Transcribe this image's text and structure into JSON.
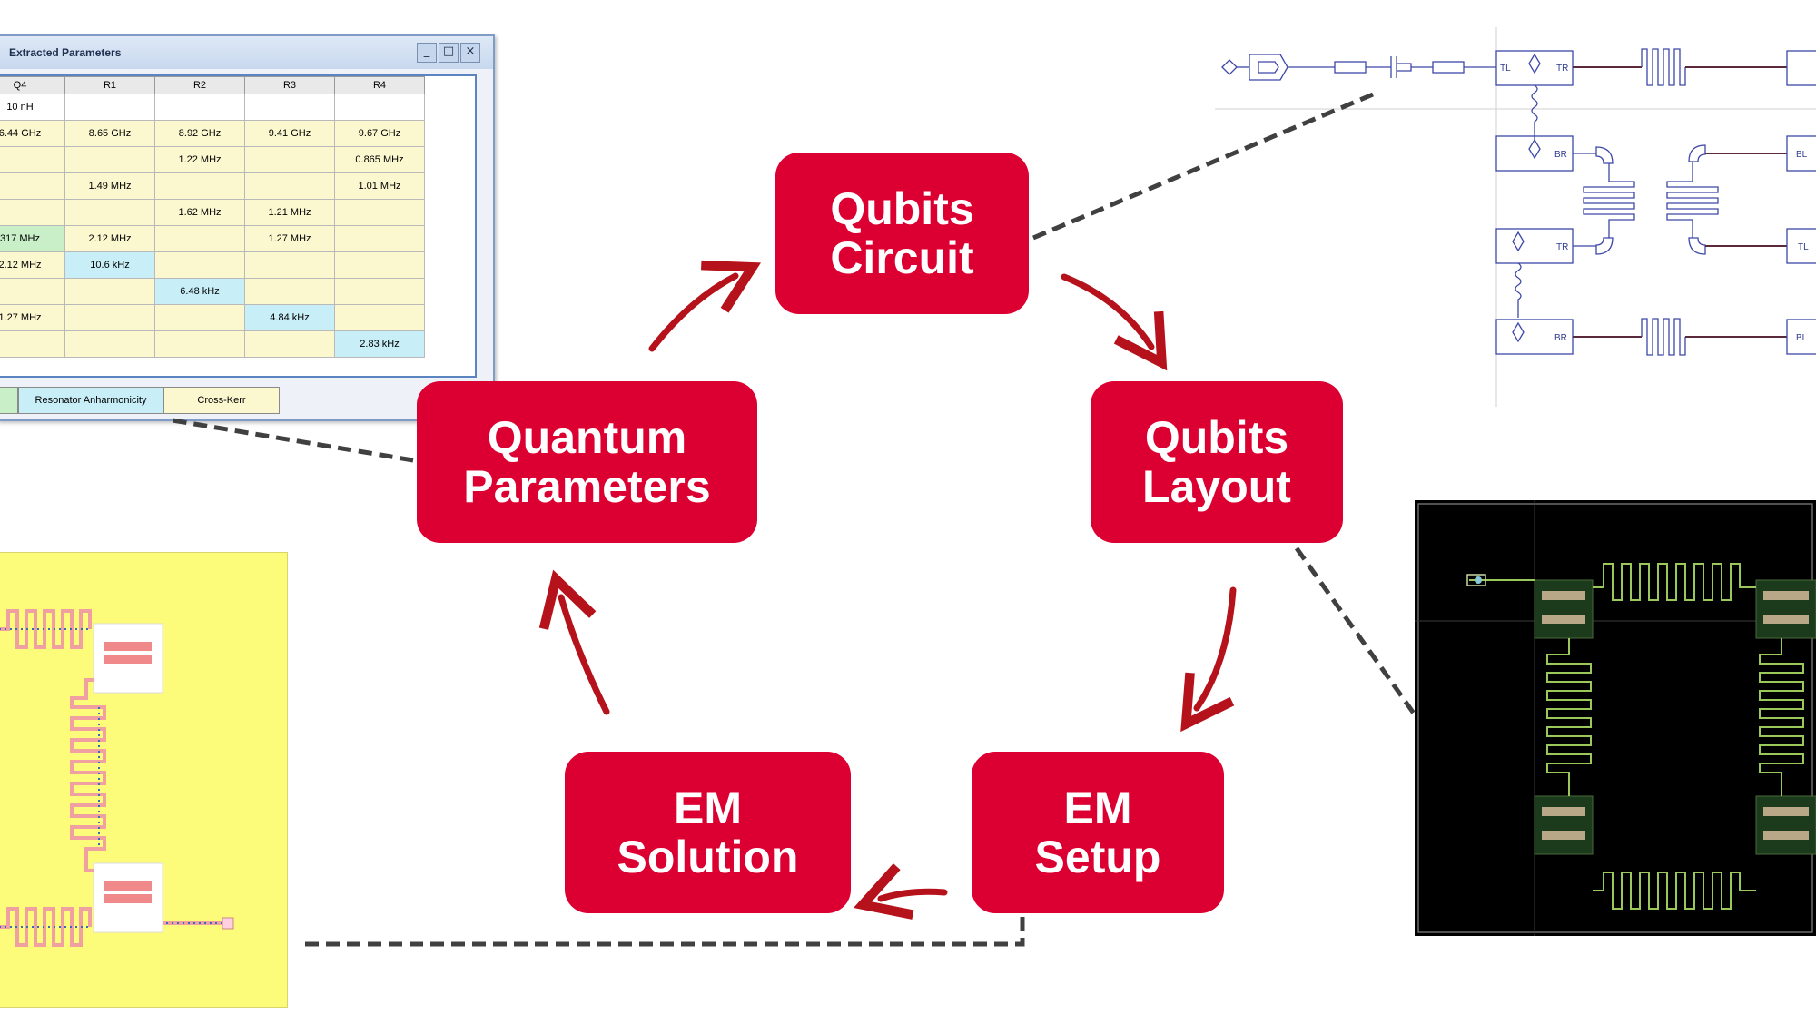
{
  "diagram": {
    "nodes": [
      {
        "id": "qubits-circuit",
        "lines": [
          "Qubits",
          "Circuit"
        ]
      },
      {
        "id": "qubits-layout",
        "lines": [
          "Qubits",
          "Layout"
        ]
      },
      {
        "id": "em-setup",
        "lines": [
          "EM",
          "Setup"
        ]
      },
      {
        "id": "em-solution",
        "lines": [
          "EM",
          "Solution"
        ]
      },
      {
        "id": "quantum-parameters",
        "lines": [
          "Quantum",
          "Parameters"
        ]
      }
    ],
    "flow": [
      "Qubits Circuit",
      "Qubits Layout",
      "EM Setup",
      "EM Solution",
      "Quantum Parameters",
      "Qubits Circuit"
    ],
    "colors": {
      "node_fill": "#dc0032",
      "node_text": "#ffffff",
      "arrow": "#b5121b",
      "connector": "#404040"
    }
  },
  "param_window": {
    "title": "Extracted Parameters",
    "window_buttons": [
      "_",
      "□",
      "×"
    ],
    "columns": [
      "Q4",
      "R1",
      "R2",
      "R3",
      "R4"
    ],
    "rows": [
      [
        "10 nH",
        "",
        "",
        "",
        ""
      ],
      [
        "6.44 GHz",
        "8.65 GHz",
        "8.92 GHz",
        "9.41 GHz",
        "9.67 GHz"
      ],
      [
        "",
        "",
        "1.22 MHz",
        "",
        "0.865 MHz"
      ],
      [
        "",
        "1.49 MHz",
        "",
        "",
        "1.01 MHz"
      ],
      [
        "",
        "",
        "1.62 MHz",
        "1.21 MHz",
        ""
      ],
      [
        "317 MHz",
        "2.12 MHz",
        "",
        "1.27 MHz",
        ""
      ],
      [
        "2.12 MHz",
        "10.6 kHz",
        "",
        "",
        ""
      ],
      [
        "",
        "",
        "6.48 kHz",
        "",
        ""
      ],
      [
        "1.27 MHz",
        "",
        "",
        "4.84 kHz",
        ""
      ],
      [
        "",
        "",
        "",
        "",
        "2.83 kHz"
      ]
    ],
    "legend": [
      "",
      "Resonator Anharmonicity",
      "Cross-Kerr"
    ]
  },
  "schematic": {
    "port_labels": [
      "TL",
      "TR",
      "BR",
      "BL",
      "TR",
      "TL",
      "BR",
      "BL"
    ]
  }
}
